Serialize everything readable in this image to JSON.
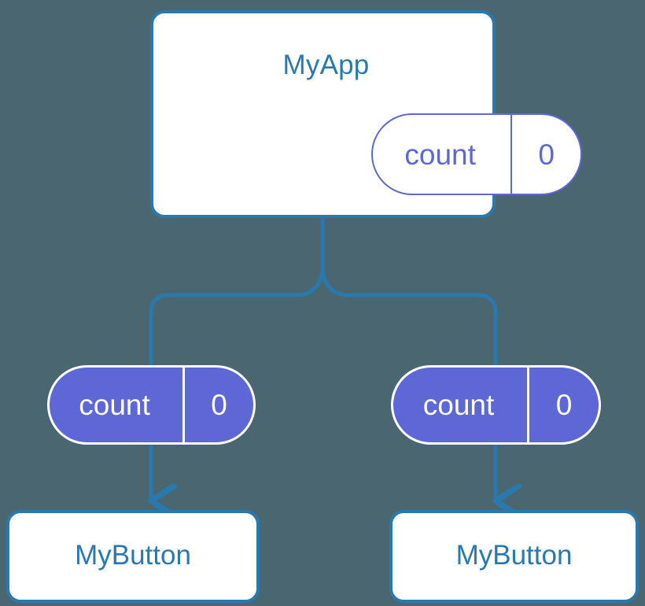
{
  "diagram": {
    "title": "react-state-props-tree",
    "background_color": "#4a6670",
    "accent_blue": "#2a79ae",
    "accent_indigo": "#5d67d6",
    "root": {
      "label": "MyApp",
      "state": {
        "key": "count",
        "value": "0"
      }
    },
    "props": [
      {
        "key": "count",
        "value": "0"
      },
      {
        "key": "count",
        "value": "0"
      }
    ],
    "leaves": [
      {
        "label": "MyButton"
      },
      {
        "label": "MyButton"
      }
    ],
    "edges": {
      "trunk_color": "#2a79ae",
      "arrow_color": "#2a79ae"
    }
  }
}
